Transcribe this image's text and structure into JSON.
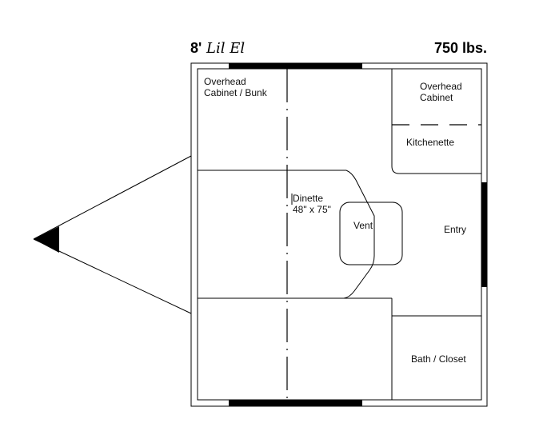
{
  "header": {
    "size_label": "8'",
    "model_name": "Lil El",
    "weight_label": "750 lbs."
  },
  "rooms": {
    "overhead_bunk": [
      "Overhead",
      "Cabinet / Bunk"
    ],
    "overhead_cabinet": [
      "Overhead",
      "Cabinet"
    ],
    "kitchenette": "Kitchenette",
    "dinette": [
      "Dinette",
      "48\" x 75\""
    ],
    "vent": "Vent",
    "entry": "Entry",
    "bath_closet": "Bath / Closet"
  },
  "colors": {
    "line": "#000000",
    "background": "#ffffff"
  }
}
